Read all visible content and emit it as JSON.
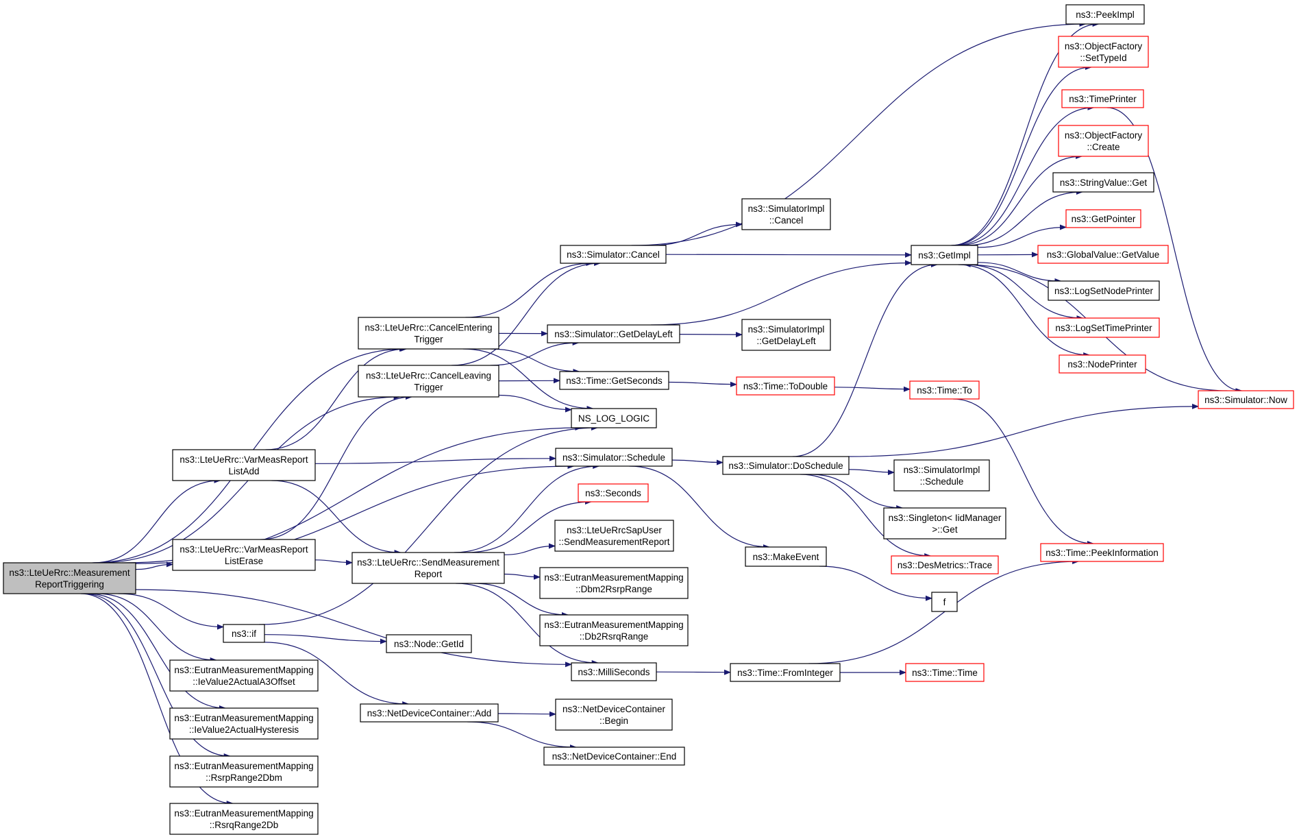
{
  "colors": {
    "edge": "#191970",
    "node_border_normal": "#000000",
    "node_border_truncated": "#ff0000",
    "node_fill_root": "#bfbfbf",
    "node_fill": "#ffffff"
  },
  "nodes": [
    {
      "id": "root",
      "lines": [
        "ns3::LteUeRrc::Measurement",
        "ReportTriggering"
      ],
      "style": "root"
    },
    {
      "id": "cancelEntering",
      "lines": [
        "ns3::LteUeRrc::CancelEntering",
        "Trigger"
      ],
      "style": "normal"
    },
    {
      "id": "cancelLeaving",
      "lines": [
        "ns3::LteUeRrc::CancelLeaving",
        "Trigger"
      ],
      "style": "normal"
    },
    {
      "id": "varMeasAdd",
      "lines": [
        "ns3::LteUeRrc::VarMeasReport",
        "ListAdd"
      ],
      "style": "normal"
    },
    {
      "id": "varMeasErase",
      "lines": [
        "ns3::LteUeRrc::VarMeasReport",
        "ListErase"
      ],
      "style": "normal"
    },
    {
      "id": "sendMeas",
      "lines": [
        "ns3::LteUeRrc::SendMeasurement",
        "Report"
      ],
      "style": "normal"
    },
    {
      "id": "if",
      "lines": [
        "ns3::if"
      ],
      "style": "normal"
    },
    {
      "id": "ieA3",
      "lines": [
        "ns3::EutranMeasurementMapping",
        "::IeValue2ActualA3Offset"
      ],
      "style": "normal"
    },
    {
      "id": "ieHyst",
      "lines": [
        "ns3::EutranMeasurementMapping",
        "::IeValue2ActualHysteresis"
      ],
      "style": "normal"
    },
    {
      "id": "rsrp2dbm",
      "lines": [
        "ns3::EutranMeasurementMapping",
        "::RsrpRange2Dbm"
      ],
      "style": "normal"
    },
    {
      "id": "rsrq2db",
      "lines": [
        "ns3::EutranMeasurementMapping",
        "::RsrqRange2Db"
      ],
      "style": "normal"
    },
    {
      "id": "simCancel",
      "lines": [
        "ns3::Simulator::Cancel"
      ],
      "style": "normal"
    },
    {
      "id": "simGetDelayLeft",
      "lines": [
        "ns3::Simulator::GetDelayLeft"
      ],
      "style": "normal"
    },
    {
      "id": "timeGetSeconds",
      "lines": [
        "ns3::Time::GetSeconds"
      ],
      "style": "normal"
    },
    {
      "id": "nsLogLogic",
      "lines": [
        "NS_LOG_LOGIC"
      ],
      "style": "normal"
    },
    {
      "id": "simSchedule",
      "lines": [
        "ns3::Simulator::Schedule"
      ],
      "style": "normal"
    },
    {
      "id": "seconds",
      "lines": [
        "ns3::Seconds"
      ],
      "style": "truncated"
    },
    {
      "id": "sapUser",
      "lines": [
        "ns3::LteUeRrcSapUser",
        "::SendMeasurementReport"
      ],
      "style": "normal"
    },
    {
      "id": "dbm2Rsrp",
      "lines": [
        "ns3::EutranMeasurementMapping",
        "::Dbm2RsrpRange"
      ],
      "style": "normal"
    },
    {
      "id": "db2Rsrq",
      "lines": [
        "ns3::EutranMeasurementMapping",
        "::Db2RsrqRange"
      ],
      "style": "normal"
    },
    {
      "id": "nodeGetId",
      "lines": [
        "ns3::Node::GetId"
      ],
      "style": "normal"
    },
    {
      "id": "milliSeconds",
      "lines": [
        "ns3::MilliSeconds"
      ],
      "style": "normal"
    },
    {
      "id": "ndcAdd",
      "lines": [
        "ns3::NetDeviceContainer::Add"
      ],
      "style": "normal"
    },
    {
      "id": "ndcBegin",
      "lines": [
        "ns3::NetDeviceContainer",
        "::Begin"
      ],
      "style": "normal"
    },
    {
      "id": "ndcEnd",
      "lines": [
        "ns3::NetDeviceContainer::End"
      ],
      "style": "normal"
    },
    {
      "id": "simImplCancel",
      "lines": [
        "ns3::SimulatorImpl",
        "::Cancel"
      ],
      "style": "normal"
    },
    {
      "id": "simImplGetDelayLeft",
      "lines": [
        "ns3::SimulatorImpl",
        "::GetDelayLeft"
      ],
      "style": "normal"
    },
    {
      "id": "timeToDouble",
      "lines": [
        "ns3::Time::ToDouble"
      ],
      "style": "truncated"
    },
    {
      "id": "simDoSchedule",
      "lines": [
        "ns3::Simulator::DoSchedule"
      ],
      "style": "normal"
    },
    {
      "id": "makeEvent",
      "lines": [
        "ns3::MakeEvent"
      ],
      "style": "normal"
    },
    {
      "id": "f",
      "lines": [
        "f"
      ],
      "style": "normal"
    },
    {
      "id": "timeFromInteger",
      "lines": [
        "ns3::Time::FromInteger"
      ],
      "style": "normal"
    },
    {
      "id": "getImpl",
      "lines": [
        "ns3::GetImpl"
      ],
      "style": "normal"
    },
    {
      "id": "timeTo",
      "lines": [
        "ns3::Time::To"
      ],
      "style": "truncated"
    },
    {
      "id": "simImplSchedule",
      "lines": [
        "ns3::SimulatorImpl",
        "::Schedule"
      ],
      "style": "normal"
    },
    {
      "id": "singleton",
      "lines": [
        "ns3::Singleton< IidManager",
        " >::Get"
      ],
      "style": "normal"
    },
    {
      "id": "desMetrics",
      "lines": [
        "ns3::DesMetrics::Trace"
      ],
      "style": "truncated"
    },
    {
      "id": "timeTime",
      "lines": [
        "ns3::Time::Time"
      ],
      "style": "truncated"
    },
    {
      "id": "peekImpl",
      "lines": [
        "ns3::PeekImpl"
      ],
      "style": "normal"
    },
    {
      "id": "ofSetTypeId",
      "lines": [
        "ns3::ObjectFactory",
        "::SetTypeId"
      ],
      "style": "truncated"
    },
    {
      "id": "timePrinter",
      "lines": [
        "ns3::TimePrinter"
      ],
      "style": "truncated"
    },
    {
      "id": "ofCreate",
      "lines": [
        "ns3::ObjectFactory",
        "::Create"
      ],
      "style": "truncated"
    },
    {
      "id": "stringValueGet",
      "lines": [
        "ns3::StringValue::Get"
      ],
      "style": "normal"
    },
    {
      "id": "getPointer",
      "lines": [
        "ns3::GetPointer"
      ],
      "style": "truncated"
    },
    {
      "id": "globalValueGet",
      "lines": [
        "ns3::GlobalValue::GetValue"
      ],
      "style": "truncated"
    },
    {
      "id": "logSetNodePrinter",
      "lines": [
        "ns3::LogSetNodePrinter"
      ],
      "style": "normal"
    },
    {
      "id": "logSetTimePrinter",
      "lines": [
        "ns3::LogSetTimePrinter"
      ],
      "style": "truncated"
    },
    {
      "id": "nodePrinter",
      "lines": [
        "ns3::NodePrinter"
      ],
      "style": "truncated"
    },
    {
      "id": "simNow",
      "lines": [
        "ns3::Simulator::Now"
      ],
      "style": "truncated"
    },
    {
      "id": "peekInformation",
      "lines": [
        "ns3::Time::PeekInformation"
      ],
      "style": "truncated"
    }
  ],
  "edges": [
    [
      "root",
      "cancelEntering"
    ],
    [
      "root",
      "cancelLeaving"
    ],
    [
      "root",
      "nsLogLogic"
    ],
    [
      "root",
      "varMeasAdd"
    ],
    [
      "root",
      "simSchedule"
    ],
    [
      "root",
      "varMeasErase"
    ],
    [
      "root",
      "milliSeconds"
    ],
    [
      "root",
      "if"
    ],
    [
      "root",
      "ieA3"
    ],
    [
      "root",
      "ieHyst"
    ],
    [
      "root",
      "rsrp2dbm"
    ],
    [
      "root",
      "rsrq2db"
    ],
    [
      "cancelEntering",
      "simCancel"
    ],
    [
      "cancelEntering",
      "simGetDelayLeft"
    ],
    [
      "cancelEntering",
      "timeGetSeconds"
    ],
    [
      "cancelEntering",
      "nsLogLogic"
    ],
    [
      "cancelLeaving",
      "simCancel"
    ],
    [
      "cancelLeaving",
      "simGetDelayLeft"
    ],
    [
      "cancelLeaving",
      "timeGetSeconds"
    ],
    [
      "cancelLeaving",
      "nsLogLogic"
    ],
    [
      "varMeasAdd",
      "cancelEntering"
    ],
    [
      "varMeasAdd",
      "simSchedule"
    ],
    [
      "varMeasAdd",
      "sendMeas"
    ],
    [
      "varMeasErase",
      "cancelLeaving"
    ],
    [
      "varMeasErase",
      "sendMeas"
    ],
    [
      "sendMeas",
      "simSchedule"
    ],
    [
      "sendMeas",
      "seconds"
    ],
    [
      "sendMeas",
      "sapUser"
    ],
    [
      "sendMeas",
      "dbm2Rsrp"
    ],
    [
      "sendMeas",
      "db2Rsrq"
    ],
    [
      "sendMeas",
      "milliSeconds"
    ],
    [
      "if",
      "nsLogLogic"
    ],
    [
      "if",
      "nodeGetId"
    ],
    [
      "if",
      "ndcAdd"
    ],
    [
      "ndcAdd",
      "ndcBegin"
    ],
    [
      "ndcAdd",
      "ndcEnd"
    ],
    [
      "simCancel",
      "peekImpl"
    ],
    [
      "simCancel",
      "simImplCancel"
    ],
    [
      "simCancel",
      "getImpl"
    ],
    [
      "simGetDelayLeft",
      "getImpl"
    ],
    [
      "simGetDelayLeft",
      "simImplGetDelayLeft"
    ],
    [
      "timeGetSeconds",
      "timeToDouble"
    ],
    [
      "timeToDouble",
      "timeTo"
    ],
    [
      "timeTo",
      "peekInformation"
    ],
    [
      "simSchedule",
      "simDoSchedule"
    ],
    [
      "simSchedule",
      "makeEvent"
    ],
    [
      "simDoSchedule",
      "getImpl"
    ],
    [
      "simDoSchedule",
      "simNow"
    ],
    [
      "simDoSchedule",
      "simImplSchedule"
    ],
    [
      "simDoSchedule",
      "singleton"
    ],
    [
      "simDoSchedule",
      "desMetrics"
    ],
    [
      "makeEvent",
      "f"
    ],
    [
      "milliSeconds",
      "timeFromInteger"
    ],
    [
      "timeFromInteger",
      "timeTime"
    ],
    [
      "timeFromInteger",
      "peekInformation"
    ],
    [
      "getImpl",
      "peekImpl"
    ],
    [
      "getImpl",
      "ofSetTypeId"
    ],
    [
      "getImpl",
      "timePrinter"
    ],
    [
      "getImpl",
      "ofCreate"
    ],
    [
      "getImpl",
      "stringValueGet"
    ],
    [
      "getImpl",
      "getPointer"
    ],
    [
      "getImpl",
      "globalValueGet"
    ],
    [
      "getImpl",
      "logSetNodePrinter"
    ],
    [
      "getImpl",
      "logSetTimePrinter"
    ],
    [
      "getImpl",
      "nodePrinter"
    ],
    [
      "timePrinter",
      "simNow"
    ],
    [
      "simNow",
      "getImpl"
    ]
  ]
}
